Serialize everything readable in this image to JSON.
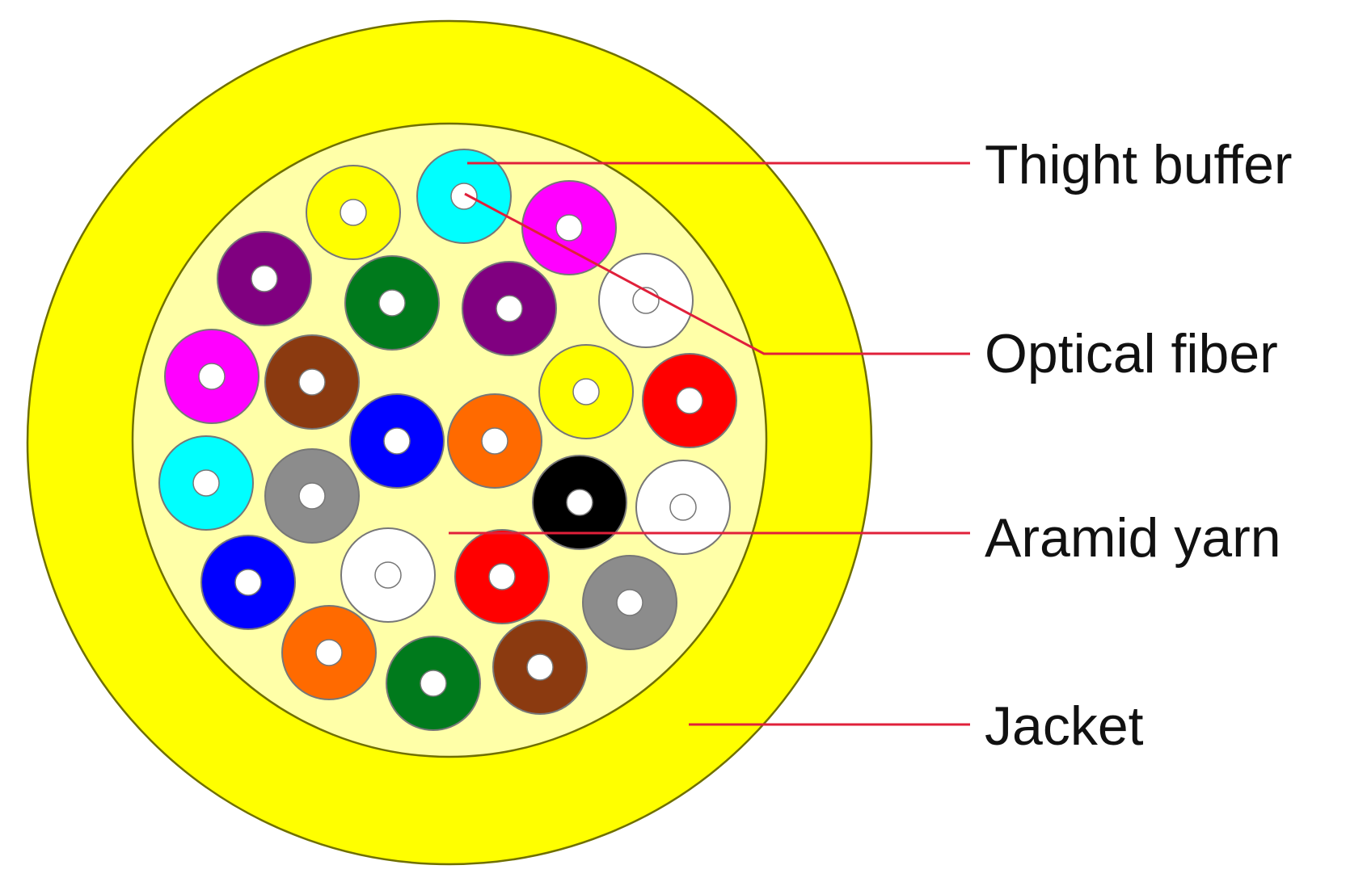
{
  "labels": {
    "tight_buffer": "Thight buffer",
    "optical_fiber": "Optical fiber",
    "aramid_yarn": "Aramid yarn",
    "jacket": "Jacket"
  },
  "colors": {
    "jacket": "#ffff00",
    "aramid_yarn": "#ffffa8",
    "outline": "#707000",
    "leader_line": "#e0203a",
    "fiber_core": "#ffffff"
  },
  "buffer_tube_colors": [
    "yellow",
    "cyan",
    "magenta",
    "purple",
    "green",
    "purple",
    "white",
    "magenta",
    "brown",
    "yellow",
    "red",
    "blue",
    "orange",
    "cyan",
    "gray",
    "black",
    "white",
    "blue",
    "white",
    "red",
    "gray",
    "orange",
    "green",
    "brown"
  ]
}
